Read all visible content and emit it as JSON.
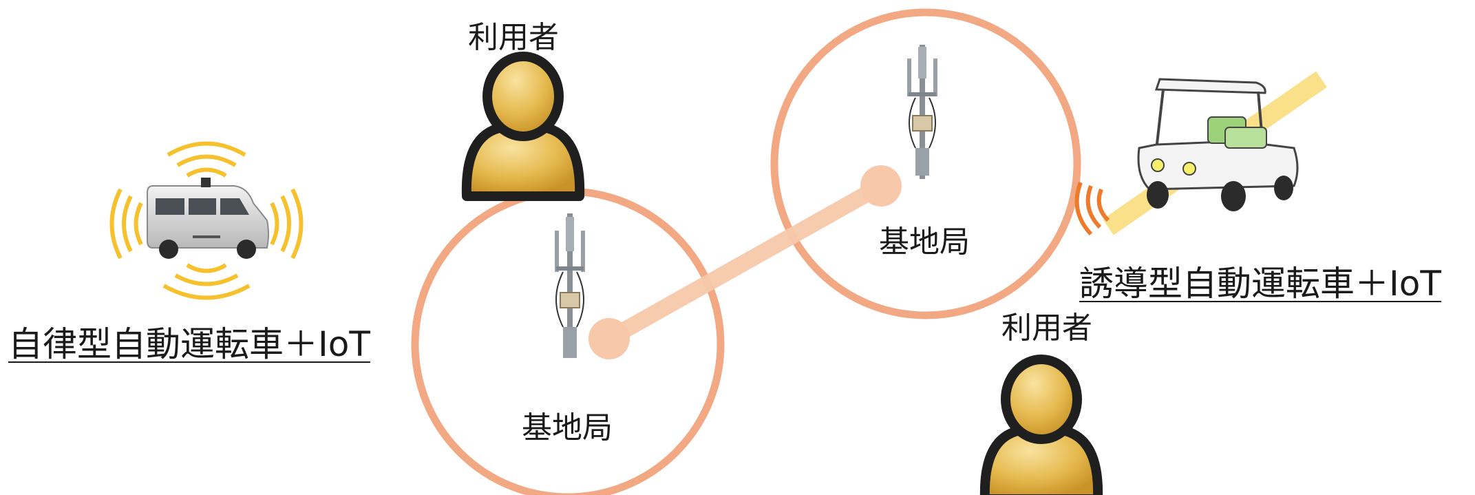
{
  "labels": {
    "autonomous_vehicle": "自律型自動運転車＋IoT",
    "guided_vehicle": "誘導型自動運転車＋IoT",
    "user_top": "利用者",
    "user_bottom": "利用者",
    "station_left": "基地局",
    "station_right": "基地局"
  },
  "colors": {
    "coverage_circle": "#f2a983",
    "link_line": "#f7c9aa",
    "user_fill": "#e5b94e",
    "user_outline": "#1f1f1f",
    "signal_yellow": "#f6c12d",
    "signal_orange": "#ee7a2c",
    "guide_line": "#fbe08a"
  },
  "icons": [
    "person-icon",
    "antenna-icon",
    "autonomous-van-icon",
    "golf-cart-icon",
    "signal-wave-icon"
  ]
}
